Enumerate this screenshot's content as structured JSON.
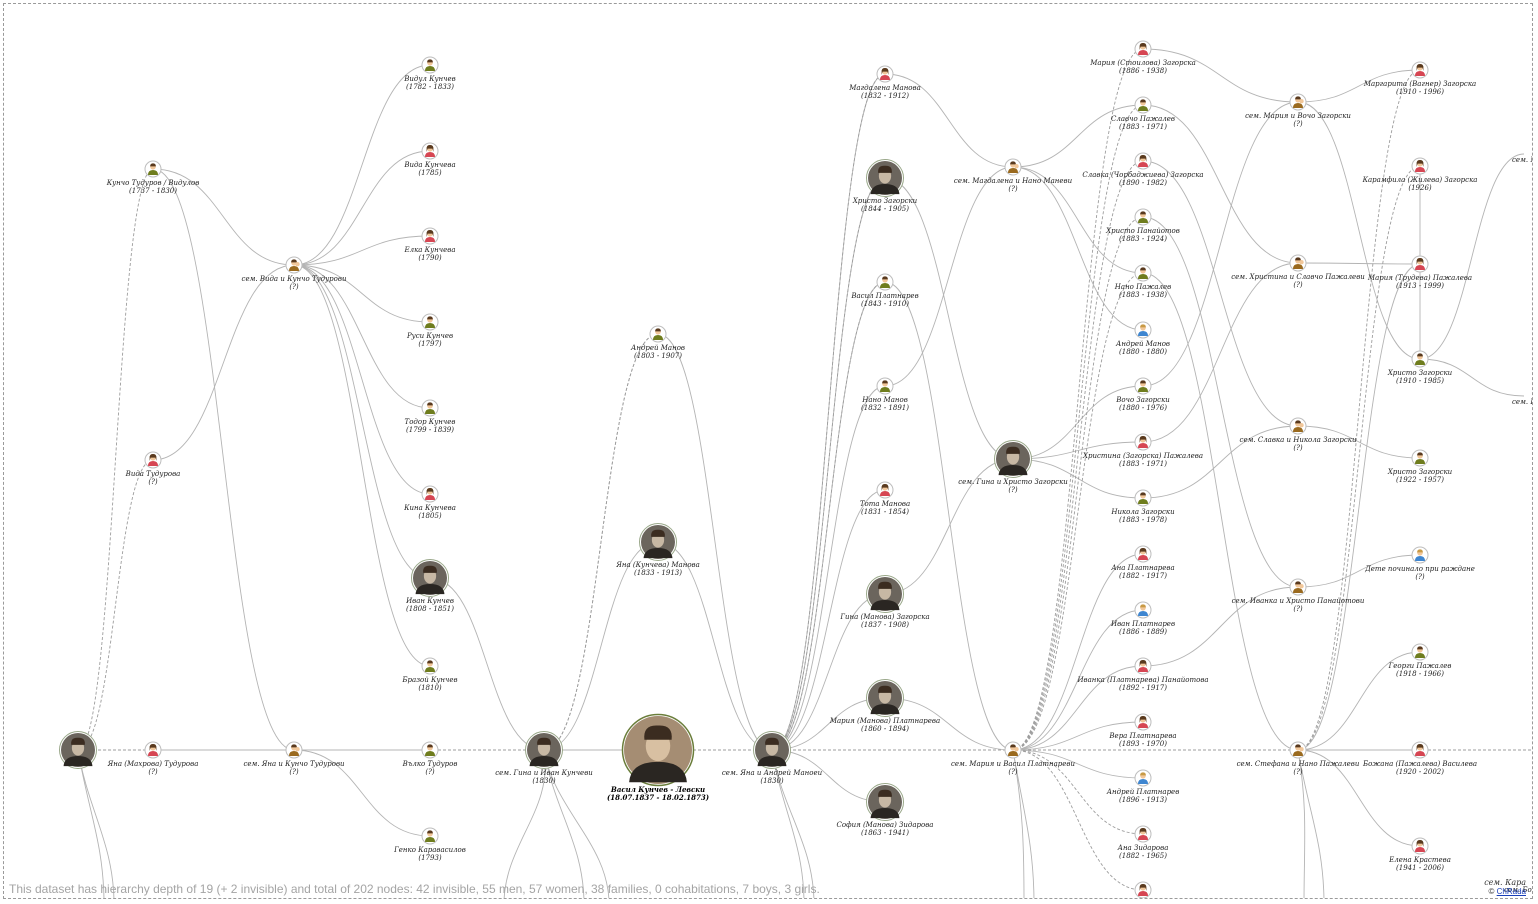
{
  "colors": {
    "edge": "#b4b4b4",
    "dashed_edge": "#9d9d9d",
    "male_shirt": "#6f7d1e",
    "female_shirt": "#d64653",
    "boy_shirt": "#3f86d0",
    "family_shirt": "#9a6a1f",
    "status_text": "#a4a4a4",
    "link": "#1a3fb8"
  },
  "icons": {
    "man": "person-icon-man",
    "woman": "person-icon-woman",
    "boy": "person-icon-boy",
    "family": "family-icon",
    "photo": "portrait-photo"
  },
  "nodes": [
    {
      "id": "root",
      "kind": "photo",
      "name": "",
      "dates": ""
    },
    {
      "id": "n1",
      "kind": "man",
      "name": "Кунчо Тудуров / Видулов",
      "dates": "(1737 - 1830)"
    },
    {
      "id": "n2",
      "kind": "woman",
      "name": "Вида Тудурова",
      "dates": "(?)"
    },
    {
      "id": "n3",
      "kind": "woman",
      "name": "Яна (Махрова) Тудурова",
      "dates": "(?)"
    },
    {
      "id": "n4",
      "kind": "family",
      "name": "сем. Вида и Кунчо Тудурови",
      "dates": "(?)"
    },
    {
      "id": "n5",
      "kind": "family",
      "name": "сем. Яна и Кунчо Тудурови",
      "dates": "(?)"
    },
    {
      "id": "n6",
      "kind": "man",
      "name": "Видул Кунчев",
      "dates": "(1782 - 1833)"
    },
    {
      "id": "n7",
      "kind": "woman",
      "name": "Вида Кунчева",
      "dates": "(1785)"
    },
    {
      "id": "n8",
      "kind": "woman",
      "name": "Елка Кунчева",
      "dates": "(1790)"
    },
    {
      "id": "n9",
      "kind": "man",
      "name": "Руси Кунчев",
      "dates": "(1797)"
    },
    {
      "id": "n10",
      "kind": "man",
      "name": "Тодор Кунчев",
      "dates": "(1799 - 1839)"
    },
    {
      "id": "n11",
      "kind": "woman",
      "name": "Кина Кунчева",
      "dates": "(1805)"
    },
    {
      "id": "n12",
      "kind": "photo",
      "name": "Иван Кунчев",
      "dates": "(1808 - 1851)"
    },
    {
      "id": "n13",
      "kind": "man",
      "name": "Бразой Кунчев",
      "dates": "(1810)"
    },
    {
      "id": "n14",
      "kind": "man",
      "name": "Вълко Тудуров",
      "dates": "(?)"
    },
    {
      "id": "n15",
      "kind": "man",
      "name": "Генко Каравасилов",
      "dates": "(1793)"
    },
    {
      "id": "n16",
      "kind": "photo",
      "name": "сем. Гина и Иван Кунчеви",
      "dates": "(1830)"
    },
    {
      "id": "n17",
      "kind": "man",
      "name": "Андрей Манов",
      "dates": "(1803 - 1907)"
    },
    {
      "id": "n18",
      "kind": "photo",
      "name": "Яна (Кунчева) Манова",
      "dates": "(1833 - 1913)"
    },
    {
      "id": "n19",
      "kind": "photo",
      "name": "Васил Кунчев - Левски",
      "dates": "(18.07.1837 - 18.02.1873)"
    },
    {
      "id": "n20",
      "kind": "photo",
      "name": "сем. Яна и Андрей Маноеи",
      "dates": "(1830)"
    },
    {
      "id": "n21",
      "kind": "woman",
      "name": "Магдалена Манова",
      "dates": "(1832 - 1912)"
    },
    {
      "id": "n22",
      "kind": "photo",
      "name": "Христо Загорски",
      "dates": "(1844 - 1905)"
    },
    {
      "id": "n23",
      "kind": "man",
      "name": "Васил Платнарев",
      "dates": "(1843 - 1910)"
    },
    {
      "id": "n24",
      "kind": "man",
      "name": "Нано Манов",
      "dates": "(1832 - 1891)"
    },
    {
      "id": "n25",
      "kind": "woman",
      "name": "Тота Манова",
      "dates": "(1831 - 1854)"
    },
    {
      "id": "n26",
      "kind": "photo",
      "name": "Гина (Манова) Загорска",
      "dates": "(1837 - 1908)"
    },
    {
      "id": "n27",
      "kind": "photo",
      "name": "Мария (Манова) Платнарева",
      "dates": "(1860 - 1894)"
    },
    {
      "id": "n28",
      "kind": "photo",
      "name": "София (Манова) Зидарова",
      "dates": "(1863 - 1941)"
    },
    {
      "id": "n29",
      "kind": "family",
      "name": "сем. Магдалена и Нано Маневи",
      "dates": "(?)"
    },
    {
      "id": "n30",
      "kind": "photo",
      "name": "сем. Гина и Христо Загорски",
      "dates": "(?)"
    },
    {
      "id": "n31",
      "kind": "family",
      "name": "сем. Мария и Васил Платнареви",
      "dates": "(?)"
    },
    {
      "id": "n32",
      "kind": "woman",
      "name": "Мария (Стоилова) Загорска",
      "dates": "(1886 - 1938)"
    },
    {
      "id": "n33",
      "kind": "man",
      "name": "Славчо Пажалев",
      "dates": "(1883 - 1971)"
    },
    {
      "id": "n34",
      "kind": "woman",
      "name": "Славка (Чорбаджиева) Загорска",
      "dates": "(1890 - 1982)"
    },
    {
      "id": "n35",
      "kind": "man",
      "name": "Христо Панайотов",
      "dates": "(1883 - 1924)"
    },
    {
      "id": "n36",
      "kind": "man",
      "name": "Нано Пажалев",
      "dates": "(1883 - 1938)"
    },
    {
      "id": "n37",
      "kind": "boy",
      "name": "Андрей Манов",
      "dates": "(1880 - 1880)"
    },
    {
      "id": "n38",
      "kind": "man",
      "name": "Вочо Загорски",
      "dates": "(1880 - 1976)"
    },
    {
      "id": "n39",
      "kind": "woman",
      "name": "Христина (Загорска) Пажалева",
      "dates": "(1883 - 1971)"
    },
    {
      "id": "n40",
      "kind": "man",
      "name": "Никола Загорски",
      "dates": "(1883 - 1978)"
    },
    {
      "id": "n41",
      "kind": "woman",
      "name": "Ана Платнарева",
      "dates": "(1882 - 1917)"
    },
    {
      "id": "n42",
      "kind": "boy",
      "name": "Иван Платнарев",
      "dates": "(1886 - 1889)"
    },
    {
      "id": "n43",
      "kind": "woman",
      "name": "Иванка (Платнарева) Панайотова",
      "dates": "(1892 - 1917)"
    },
    {
      "id": "n44",
      "kind": "woman",
      "name": "Вера Платнарева",
      "dates": "(1893 - 1970)"
    },
    {
      "id": "n45",
      "kind": "boy",
      "name": "Андрей Платнарев",
      "dates": "(1896 - 1913)"
    },
    {
      "id": "n46",
      "kind": "woman",
      "name": "Ана Зидарова",
      "dates": "(1882 - 1965)"
    },
    {
      "id": "n47",
      "kind": "woman",
      "name": "",
      "dates": ""
    },
    {
      "id": "n48",
      "kind": "family",
      "name": "сем. Мария и Вочо Загорски",
      "dates": "(?)"
    },
    {
      "id": "n49",
      "kind": "family",
      "name": "сем. Христина и Славчо Пажалеви",
      "dates": "(?)"
    },
    {
      "id": "n50",
      "kind": "family",
      "name": "сем. Славка и Никола Загорски",
      "dates": "(?)"
    },
    {
      "id": "n51",
      "kind": "family",
      "name": "сем. Иванка и Христо Панайотови",
      "dates": "(?)"
    },
    {
      "id": "n52",
      "kind": "family",
      "name": "сем. Стефана и Нано Пажалеви",
      "dates": "(?)"
    },
    {
      "id": "n53",
      "kind": "woman",
      "name": "Маргарита (Вагнер) Загорска",
      "dates": "(1910 - 1996)"
    },
    {
      "id": "n54",
      "kind": "woman",
      "name": "Карамфила (Жилева) Загорска",
      "dates": "(1926)"
    },
    {
      "id": "n55",
      "kind": "woman",
      "name": "Мария (Трудева) Пажалева",
      "dates": "(1913 - 1999)"
    },
    {
      "id": "n56",
      "kind": "man",
      "name": "Христо Загорски",
      "dates": "(1910 - 1985)"
    },
    {
      "id": "n57",
      "kind": "man",
      "name": "Христо Загорски",
      "dates": "(1922 - 1957)"
    },
    {
      "id": "n58",
      "kind": "boy",
      "name": "Дете починало при раждане",
      "dates": "(?)"
    },
    {
      "id": "n59",
      "kind": "man",
      "name": "Георги Пажалев",
      "dates": "(1918 - 1966)"
    },
    {
      "id": "n60",
      "kind": "woman",
      "name": "Божана (Пажалева) Василева",
      "dates": "(1920 - 2002)"
    },
    {
      "id": "n61",
      "kind": "woman",
      "name": "Елена Крастева",
      "dates": "(1941 - 2006)"
    },
    {
      "id": "n62",
      "kind": "none",
      "name": "сем. Мари",
      "dates": ""
    },
    {
      "id": "n63",
      "kind": "none",
      "name": "сем. Кара",
      "dates": ""
    },
    {
      "id": "n64",
      "kind": "none",
      "name": "сем. Бо",
      "dates": ""
    }
  ],
  "status_text": "This dataset has hierarchy depth of 19 (+ 2 invisible) and total of 202 nodes: 42 invisible, 55 men, 57 women, 38 families, 0 cohabitations, 7 boys, 3 girls.",
  "credit": {
    "prefix": "©",
    "link_text": "ChRada"
  }
}
